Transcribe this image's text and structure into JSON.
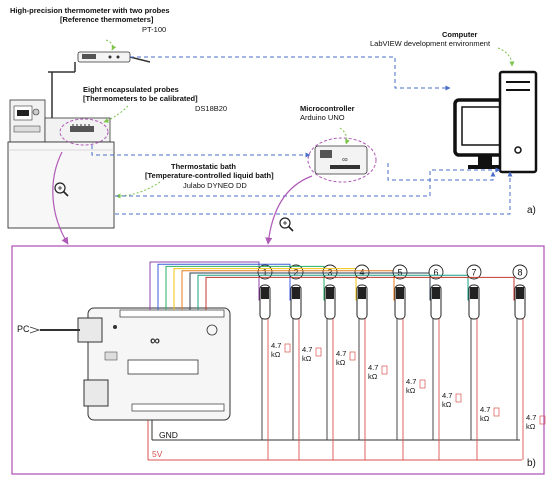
{
  "panel_a": {
    "thermometer": {
      "title": "High-precision thermometer with two probes",
      "subtitle": "[Reference thermometers]",
      "model": "PT-100"
    },
    "probes": {
      "title": "Eight encapsulated probes",
      "subtitle": "[Thermometers to be calibrated]",
      "model": "DS18B20"
    },
    "microcontroller": {
      "title": "Microcontroller",
      "model": "Arduino UNO"
    },
    "bath": {
      "title": "Thermostatic bath",
      "subtitle": "[Temperature-controlled liquid bath]",
      "model": "Julabo DYNEO DD"
    },
    "computer": {
      "title": "Computer",
      "model": "LabVIEW development environment"
    },
    "panel_label": "a)"
  },
  "panel_b": {
    "panel_label": "b)",
    "pc_label": "PC",
    "gnd_label": "GND",
    "vcc_label": "5V",
    "probe_numbers": [
      "1",
      "2",
      "3",
      "4",
      "5",
      "6",
      "7",
      "8"
    ],
    "resistor_value": "4.7",
    "resistor_unit": "kΩ"
  },
  "colors": {
    "dashed_blue": "#4a6fc9",
    "magenta_arrow": "#b05ab8",
    "green_arrow": "#7cc44a",
    "gnd_wire": "#333333",
    "vcc_wire": "#d9534f",
    "data_wires": [
      "#8e44ad",
      "#3b5bdb",
      "#27ae60",
      "#f1c40f",
      "#e67e22",
      "#2c3e50",
      "#16a085",
      "#c0392b"
    ]
  }
}
